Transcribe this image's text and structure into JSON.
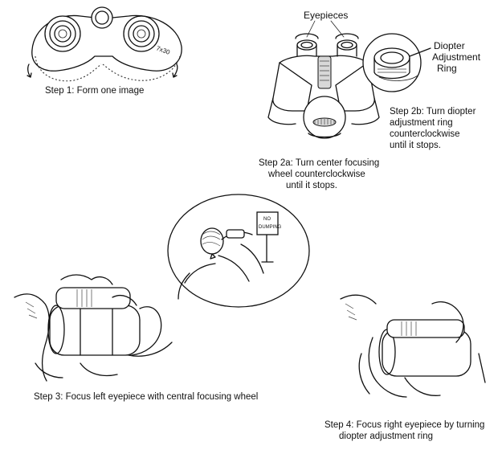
{
  "steps": {
    "step1": "Step 1: Form one image",
    "step2a_line1": "Step 2a: Turn center focusing",
    "step2a_line2": "wheel counterclockwise",
    "step2a_line3": "until it stops.",
    "step2b_line1": "Step 2b: Turn diopter",
    "step2b_line2": "adjustment ring",
    "step2b_line3": "counterclockwise",
    "step2b_line4": "until it stops.",
    "step3": "Step 3: Focus left eyepiece with central focusing wheel",
    "step4_line1": "Step 4: Focus right eyepiece by turning",
    "step4_line2": "diopter adjustment ring"
  },
  "labels": {
    "eyepieces": "Eyepieces",
    "diopter_line1": "Diopter",
    "diopter_line2": "Adjustment",
    "diopter_line3": "Ring",
    "binocular_marking": "7x30",
    "sign_line1": "NO",
    "sign_line2": "DUMPING"
  },
  "icons": [
    "binoculars-front-icon",
    "binoculars-top-icon",
    "person-with-binoculars-icon",
    "hands-holding-binoculars-icon"
  ]
}
